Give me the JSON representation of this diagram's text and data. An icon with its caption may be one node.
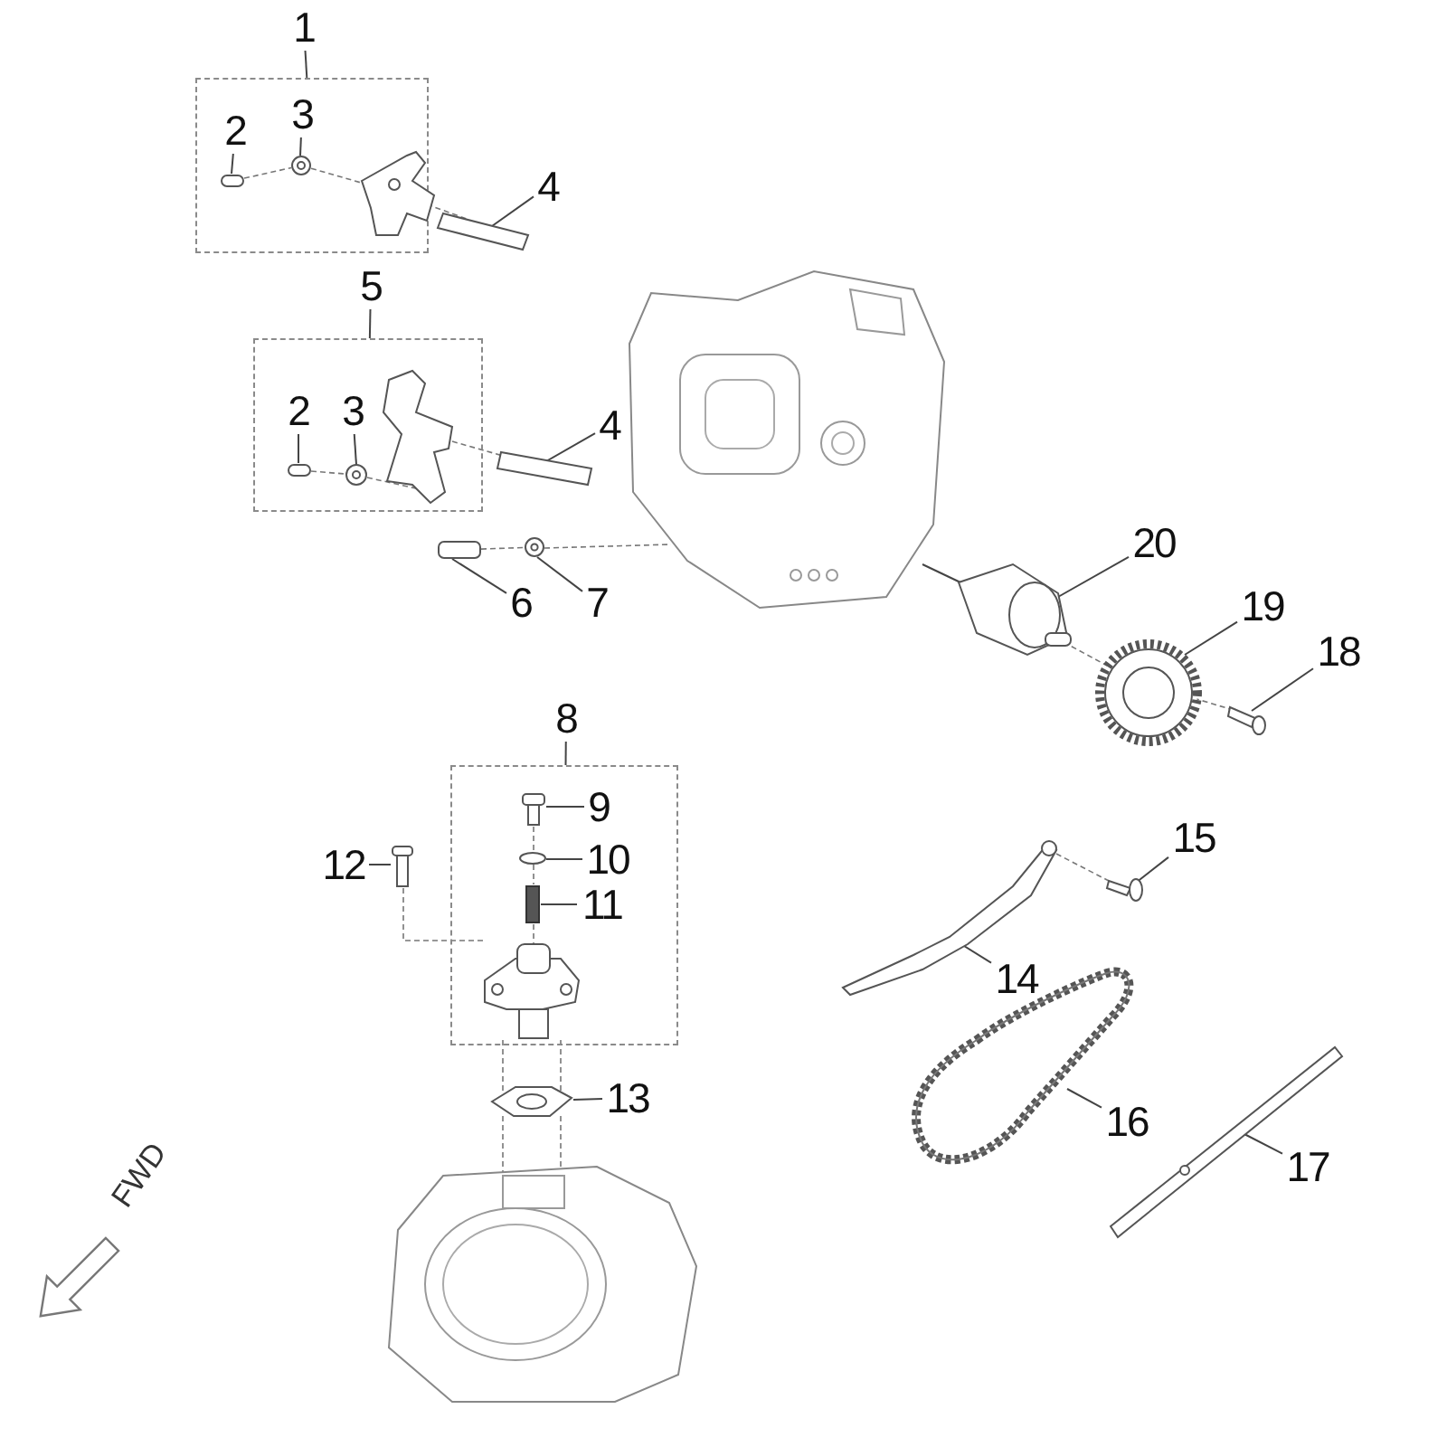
{
  "diagram": {
    "nodes": [
      {
        "text": [
          "1"
        ]
      },
      {
        "text": [],
        "shape": "box"
      },
      {
        "text": [
          "2"
        ],
        "in": 1
      },
      {
        "text": [
          "3"
        ],
        "in": 1
      },
      {
        "text": [
          "4"
        ]
      },
      {
        "text": [
          "5"
        ]
      },
      {
        "text": [],
        "shape": "box"
      },
      {
        "text": [
          "2"
        ],
        "in": 6
      },
      {
        "text": [
          "3"
        ],
        "in": 6
      },
      {
        "text": [
          "4"
        ]
      },
      {
        "text": [
          "6"
        ]
      },
      {
        "text": [
          "7"
        ]
      },
      {
        "text": [
          "20"
        ]
      },
      {
        "text": [
          "19"
        ]
      },
      {
        "text": [
          "18"
        ]
      },
      {
        "text": [
          "8"
        ]
      },
      {
        "text": [],
        "shape": "box"
      },
      {
        "text": [
          "9"
        ],
        "in": 16
      },
      {
        "text": [
          "10"
        ],
        "in": 16
      },
      {
        "text": [
          "11"
        ],
        "in": 16
      },
      {
        "text": [
          "12"
        ]
      },
      {
        "text": [
          "13"
        ]
      },
      {
        "text": [
          "15"
        ]
      },
      {
        "text": [
          "14"
        ]
      },
      {
        "text": [
          "16"
        ]
      },
      {
        "text": [
          "17"
        ]
      },
      {
        "text": [],
        "shape": "box",
        "in": 1
      },
      {
        "text": [],
        "shape": "picture",
        "in": 1
      },
      {
        "text": [],
        "shape": "box"
      },
      {
        "text": [],
        "shape": "box",
        "in": 6
      },
      {
        "text": [],
        "shape": "picture",
        "in": 6
      },
      {
        "text": [],
        "shape": "box"
      },
      {
        "text": [],
        "shape": "box"
      },
      {
        "text": [],
        "shape": "picture"
      },
      {
        "text": [],
        "shape": "picture"
      },
      {
        "text": [],
        "shape": "picture"
      },
      {
        "text": [],
        "shape": "picture"
      },
      {
        "text": [],
        "shape": "picture",
        "in": 16
      },
      {
        "text": [],
        "shape": "circle",
        "in": 16
      },
      {
        "text": [],
        "shape": "box",
        "in": 16
      },
      {
        "text": [],
        "shape": "picture"
      },
      {
        "text": [],
        "shape": "picture"
      },
      {
        "text": [],
        "shape": "picture"
      },
      {
        "text": [],
        "shape": "picture"
      },
      {
        "text": [],
        "shape": "picture"
      },
      {
        "text": [],
        "shape": "picture"
      },
      {
        "text": [],
        "shape": "picture",
        "in": 1
      },
      {
        "text": [],
        "shape": "picture",
        "in": 6
      },
      {
        "text": [],
        "shape": "picture"
      },
      {
        "text": [],
        "shape": "picture",
        "in": 16
      },
      {
        "text": [],
        "shape": "picture"
      }
    ],
    "edges": [
      {
        "from": 0,
        "to": 1,
        "arrow": "none"
      },
      {
        "from": 2,
        "to": 26,
        "arrow": "none"
      },
      {
        "from": 3,
        "to": 27,
        "arrow": "none"
      },
      {
        "from": 4,
        "to": 28,
        "arrow": "none"
      },
      {
        "from": 5,
        "to": 6,
        "arrow": "none"
      },
      {
        "from": 7,
        "to": 29,
        "arrow": "none"
      },
      {
        "from": 8,
        "to": 30,
        "arrow": "none"
      },
      {
        "from": 9,
        "to": 31,
        "arrow": "none"
      },
      {
        "from": 10,
        "to": 32,
        "arrow": "none"
      },
      {
        "from": 11,
        "to": 33,
        "arrow": "none"
      },
      {
        "from": 12,
        "to": 34,
        "arrow": "none"
      },
      {
        "from": 13,
        "to": 35,
        "arrow": "none"
      },
      {
        "from": 14,
        "to": 36,
        "arrow": "none"
      },
      {
        "from": 15,
        "to": 16,
        "arrow": "none"
      },
      {
        "from": 17,
        "to": 37,
        "arrow": "none"
      },
      {
        "from": 18,
        "to": 38,
        "arrow": "none"
      },
      {
        "from": 19,
        "to": 39,
        "arrow": "none"
      },
      {
        "from": 20,
        "to": 40,
        "arrow": "none"
      },
      {
        "from": 21,
        "to": 41,
        "arrow": "none"
      },
      {
        "from": 22,
        "to": 42,
        "arrow": "none"
      },
      {
        "from": 23,
        "to": 43,
        "arrow": "none"
      },
      {
        "from": 24,
        "to": 44,
        "arrow": "none"
      },
      {
        "from": 25,
        "to": 45,
        "arrow": "none"
      },
      {
        "from": 26,
        "to": 27,
        "arrow": "none",
        "style": "dashed"
      },
      {
        "from": 27,
        "to": 46,
        "arrow": "none",
        "style": "dashed"
      },
      {
        "from": 46,
        "to": 28,
        "arrow": "none",
        "style": "dashed"
      },
      {
        "from": 29,
        "to": 30,
        "arrow": "none",
        "style": "dashed"
      },
      {
        "from": 30,
        "to": 47,
        "arrow": "none",
        "style": "dashed"
      },
      {
        "from": 47,
        "to": 31,
        "arrow": "none",
        "style": "dashed"
      },
      {
        "from": 32,
        "to": 33,
        "arrow": "none",
        "style": "dashed"
      },
      {
        "from": 33,
        "to": 48,
        "arrow": "none",
        "style": "dashed"
      },
      {
        "from": 48,
        "to": 34,
        "arrow": "none"
      },
      {
        "from": 34,
        "to": 35,
        "arrow": "none",
        "style": "dashed"
      },
      {
        "from": 35,
        "to": 36,
        "arrow": "none",
        "style": "dashed"
      },
      {
        "from": 43,
        "to": 42,
        "arrow": "none",
        "style": "dashed"
      },
      {
        "from": 37,
        "to": 38,
        "arrow": "none",
        "style": "dashed"
      },
      {
        "from": 38,
        "to": 39,
        "arrow": "none",
        "style": "dashed"
      },
      {
        "from": 39,
        "to": 49,
        "arrow": "none",
        "style": "dashed"
      },
      {
        "from": 40,
        "to": 49,
        "arrow": "none",
        "style": "dashed"
      },
      {
        "from": 49,
        "to": 41,
        "arrow": "none",
        "style": "dashed"
      },
      {
        "from": 41,
        "to": 50,
        "arrow": "none",
        "style": "dashed"
      }
    ],
    "labels": [
      "FWD"
    ]
  }
}
